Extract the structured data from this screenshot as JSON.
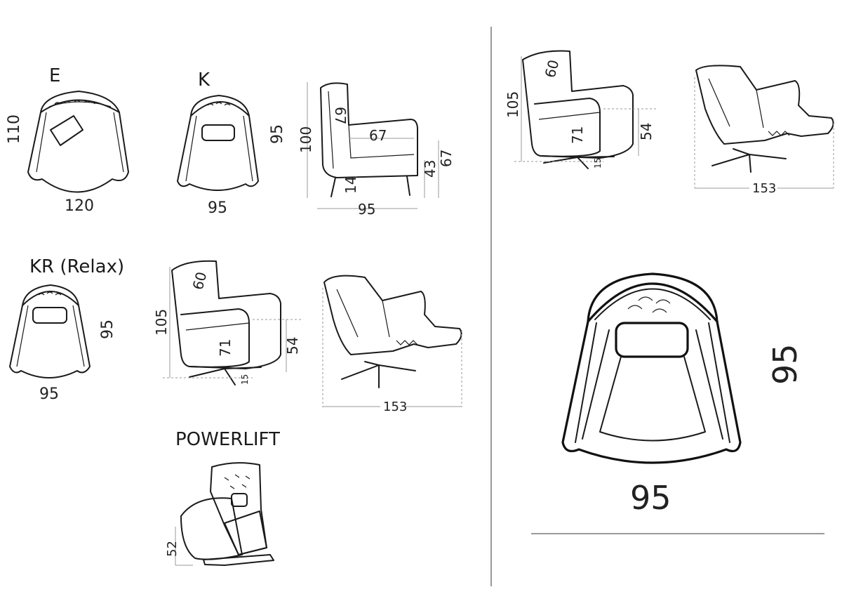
{
  "models": {
    "e": {
      "name": "E",
      "top_depth": "110",
      "top_width": "120"
    },
    "k": {
      "name": "K",
      "top_width": "95",
      "top_depth": "95",
      "side_height": "100",
      "side_back_depth": "67",
      "side_seat_depth": "67",
      "side_seat_height": "43",
      "side_arm_height": "67",
      "side_leg_height": "14",
      "side_width": "95"
    },
    "kr": {
      "name": "KR (Relax)",
      "top_depth": "95",
      "top_width": "95",
      "side_height": "105",
      "side_back_depth": "60",
      "side_seat_depth": "71",
      "side_arm_height": "54",
      "side_base": "15",
      "reclined_length": "153"
    },
    "powerlift": {
      "name": "POWERLIFT",
      "seat_height": "52"
    },
    "right_panel": {
      "side_height": "105",
      "side_back_depth": "60",
      "side_seat_depth": "71",
      "side_arm_height": "54",
      "side_base": "15",
      "reclined_length": "153",
      "large_top_depth": "95",
      "large_top_width": "95"
    }
  },
  "colors": {
    "line": "#1a1a1a",
    "dimension_line": "#9a9a9a",
    "background": "#ffffff"
  }
}
